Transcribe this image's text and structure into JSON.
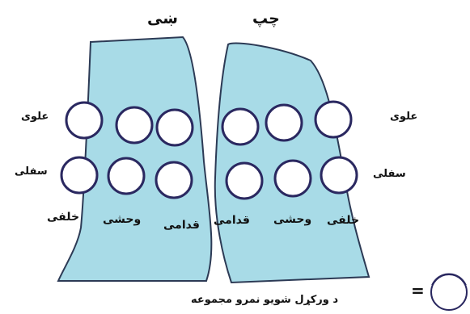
{
  "titles": {
    "right_lung": "ښی",
    "left_lung": "چپ"
  },
  "right_side": {
    "upper": "علوی",
    "lower": "سفلی",
    "posterior": "خلفی",
    "lateral": "وحشی",
    "anterior": "قدامی"
  },
  "left_side": {
    "upper": "علوی",
    "lower": "سفلی",
    "posterior": "خلفی",
    "lateral": "وحشی",
    "anterior": "قدامی"
  },
  "footer": {
    "text": "د ورکړل شویو نمرو مجموعه",
    "equals": "="
  },
  "colors": {
    "lung_fill": "#a8dbe7",
    "lung_stroke": "#2c3a55",
    "circle_fill": "#ffffff",
    "circle_stroke": "#2a2860"
  }
}
